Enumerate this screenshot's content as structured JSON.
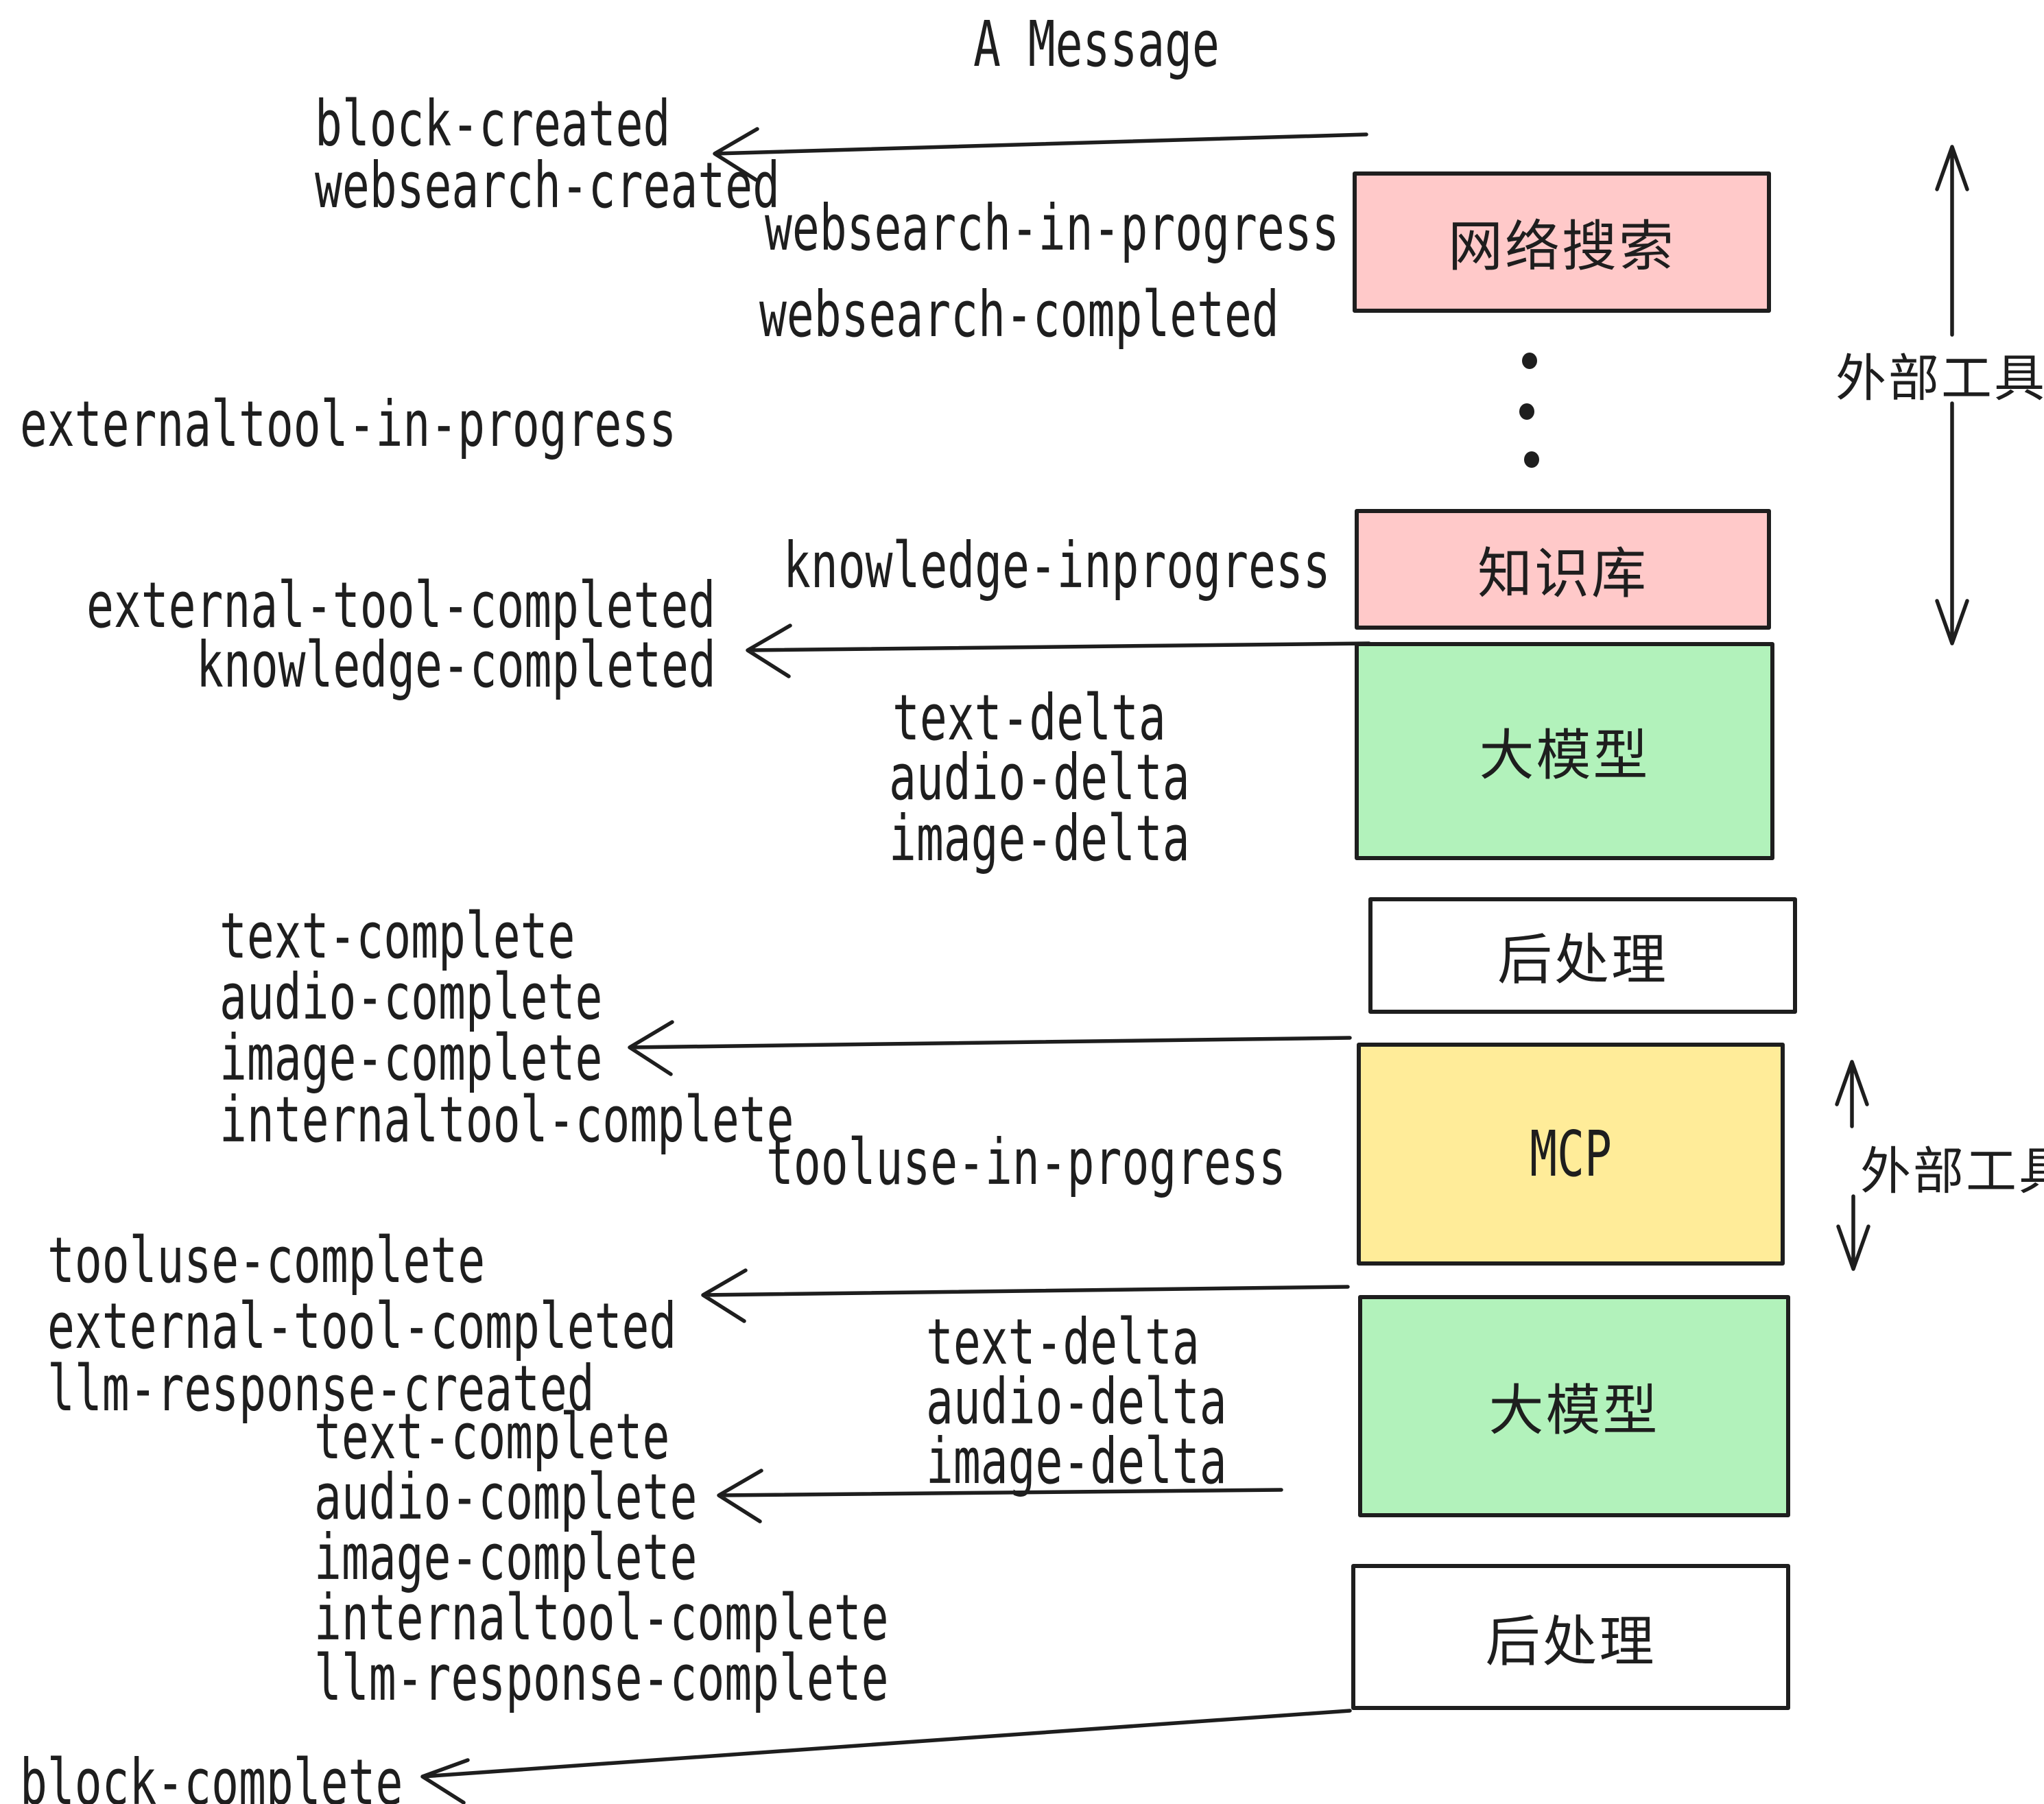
{
  "title": "A Message",
  "boxes": {
    "websearch": {
      "label": "网络搜索",
      "fill": "#ffc9c9"
    },
    "knowledge": {
      "label": "知识库",
      "fill": "#ffc9c9"
    },
    "llm_top": {
      "label": "大模型",
      "fill": "#b2f2bb"
    },
    "post_top": {
      "label": "后处理",
      "fill": "#ffffff"
    },
    "mcp": {
      "label": "MCP",
      "fill": "#ffec99"
    },
    "llm_bottom": {
      "label": "大模型",
      "fill": "#b2f2bb"
    },
    "post_bottom": {
      "label": "后处理",
      "fill": "#ffffff"
    }
  },
  "side_labels": {
    "external_tools_top": "外部工具",
    "external_tools_bottom": "外部工具"
  },
  "events": {
    "block_created": "block-created",
    "websearch_created": "websearch-created",
    "websearch_in_progress": "websearch-in-progress",
    "websearch_completed": "websearch-completed",
    "externaltool_in_progress": "externaltool-in-progress",
    "knowledge_inprogress": "knowledge-inprogress",
    "external_tool_completed_1": "external-tool-completed",
    "knowledge_completed": "knowledge-completed",
    "text_delta_1": "text-delta",
    "audio_delta_1": "audio-delta",
    "image_delta_1": "image-delta",
    "text_complete_1": "text-complete",
    "audio_complete_1": "audio-complete",
    "image_complete_1": "image-complete",
    "internaltool_complete_1": "internaltool-complete",
    "tooluse_in_progress": "tooluse-in-progress",
    "tooluse_complete": "tooluse-complete",
    "external_tool_completed_2": "external-tool-completed",
    "llm_response_created": "llm-response-created",
    "text_delta_2": "text-delta",
    "audio_delta_2": "audio-delta",
    "image_delta_2": "image-delta",
    "text_complete_2": "text-complete",
    "audio_complete_2": "audio-complete",
    "image_complete_2": "image-complete",
    "internaltool_complete_2": "internaltool-complete",
    "llm_response_complete": "llm-response-complete",
    "block_complete": "block-complete"
  },
  "colors": {
    "pink": "#ffc9c9",
    "green": "#b2f2bb",
    "yellow": "#ffec99",
    "white": "#ffffff",
    "ink": "#1e1e1e"
  },
  "decorations": {
    "ellipsis_dot_count": 3
  }
}
